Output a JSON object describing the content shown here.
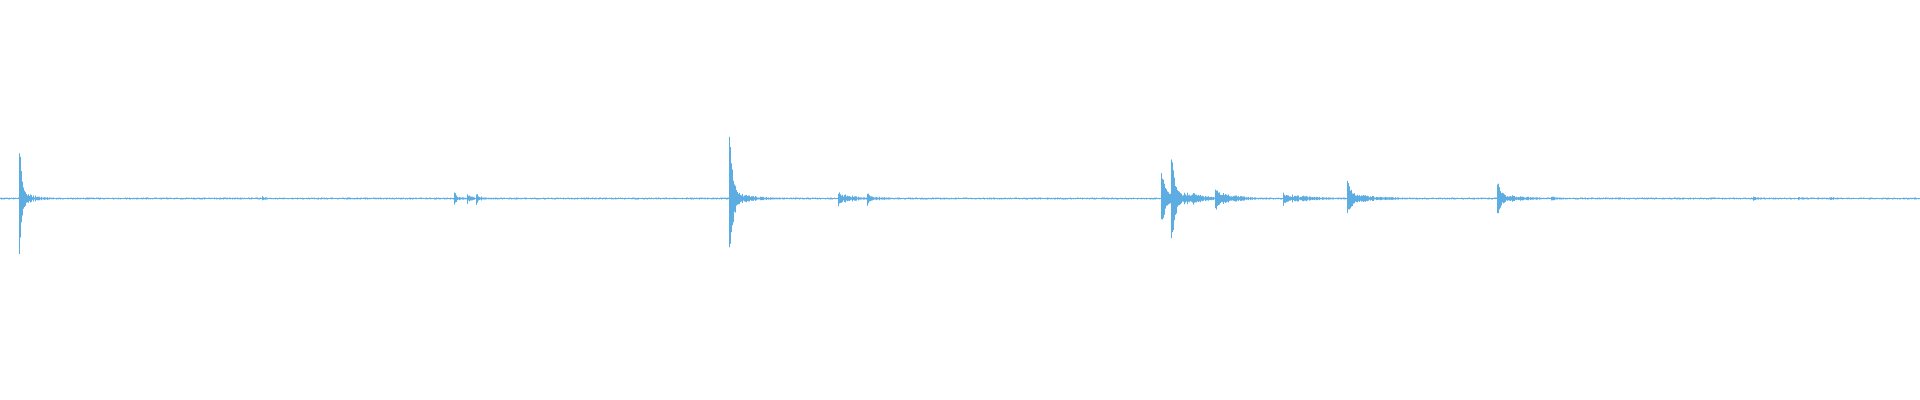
{
  "waveform": {
    "color": "#5dade2",
    "background": "#ffffff",
    "duration_s": 60,
    "amplitude_range": [
      -1,
      1
    ],
    "noise_floor": 0.006,
    "events": [
      {
        "t": 0.6,
        "peak_pos": 0.45,
        "peak_neg": 0.45,
        "decay_s": 0.5,
        "sustain": 0.04
      },
      {
        "t": 8.2,
        "peak_pos": 0.02,
        "peak_neg": 0.02,
        "decay_s": 0.2,
        "sustain": 0.01
      },
      {
        "t": 14.2,
        "peak_pos": 0.06,
        "peak_neg": 0.07,
        "decay_s": 0.3,
        "sustain": 0.02
      },
      {
        "t": 14.6,
        "peak_pos": 0.05,
        "peak_neg": 0.05,
        "decay_s": 0.2,
        "sustain": 0.02
      },
      {
        "t": 14.9,
        "peak_pos": 0.05,
        "peak_neg": 0.05,
        "decay_s": 0.2,
        "sustain": 0.02
      },
      {
        "t": 22.8,
        "peak_pos": 0.5,
        "peak_neg": 0.52,
        "decay_s": 0.6,
        "sustain": 0.05
      },
      {
        "t": 26.2,
        "peak_pos": 0.06,
        "peak_neg": 0.07,
        "decay_s": 0.6,
        "sustain": 0.03
      },
      {
        "t": 27.1,
        "peak_pos": 0.05,
        "peak_neg": 0.06,
        "decay_s": 0.5,
        "sustain": 0.02
      },
      {
        "t": 36.3,
        "peak_pos": 0.2,
        "peak_neg": 0.21,
        "decay_s": 0.8,
        "sustain": 0.05
      },
      {
        "t": 36.6,
        "peak_pos": 0.39,
        "peak_neg": 0.4,
        "decay_s": 0.7,
        "sustain": 0.06
      },
      {
        "t": 37.3,
        "peak_pos": 0.05,
        "peak_neg": 0.06,
        "decay_s": 0.5,
        "sustain": 0.03
      },
      {
        "t": 38.0,
        "peak_pos": 0.1,
        "peak_neg": 0.11,
        "decay_s": 0.7,
        "sustain": 0.04
      },
      {
        "t": 40.1,
        "peak_pos": 0.05,
        "peak_neg": 0.06,
        "decay_s": 0.9,
        "sustain": 0.03
      },
      {
        "t": 42.1,
        "peak_pos": 0.14,
        "peak_neg": 0.14,
        "decay_s": 1.0,
        "sustain": 0.03
      },
      {
        "t": 46.8,
        "peak_pos": 0.13,
        "peak_neg": 0.13,
        "decay_s": 0.8,
        "sustain": 0.03
      },
      {
        "t": 48.5,
        "peak_pos": 0.02,
        "peak_neg": 0.02,
        "decay_s": 0.4,
        "sustain": 0.01
      },
      {
        "t": 54.8,
        "peak_pos": 0.02,
        "peak_neg": 0.02,
        "decay_s": 0.3,
        "sustain": 0.01
      },
      {
        "t": 56.2,
        "peak_pos": 0.015,
        "peak_neg": 0.015,
        "decay_s": 0.3,
        "sustain": 0.01
      },
      {
        "t": 57.2,
        "peak_pos": 0.012,
        "peak_neg": 0.012,
        "decay_s": 0.3,
        "sustain": 0.01
      }
    ]
  }
}
